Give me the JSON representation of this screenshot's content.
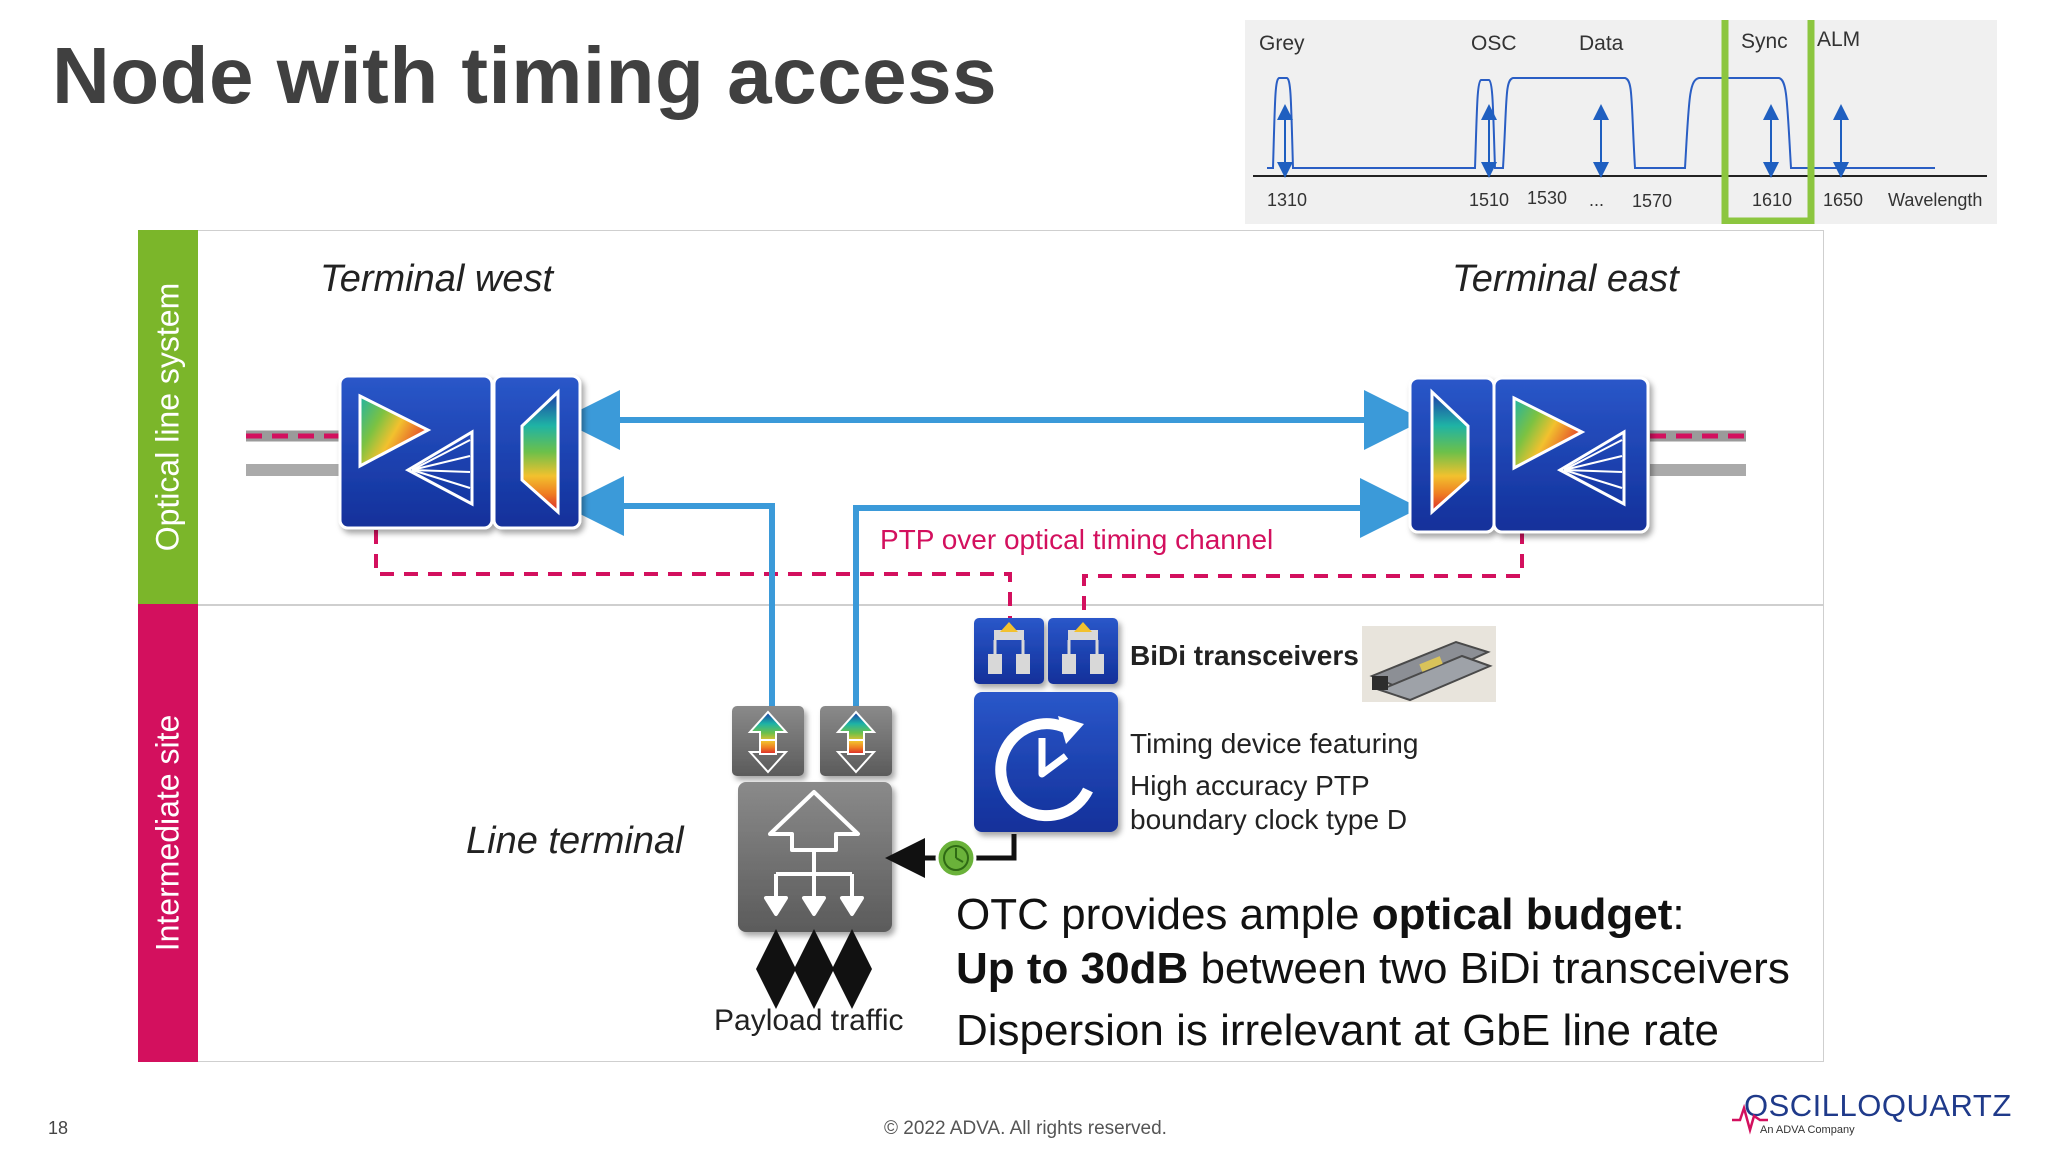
{
  "title": "Node with timing access",
  "spectrum": {
    "band_labels": [
      "Grey",
      "OSC",
      "Data",
      "Sync",
      "ALM"
    ],
    "ticks": [
      "1310",
      "1510",
      "1530",
      "...",
      "1570",
      "1610",
      "1650",
      "Wavelength"
    ],
    "highlight_color": "#8cc63f"
  },
  "sections": {
    "optical_line_system": "Optical line system",
    "intermediate_site": "Intermediate site"
  },
  "labels": {
    "terminal_west": "Terminal west",
    "terminal_east": "Terminal east",
    "ptp_channel": "PTP over optical timing channel",
    "bidi": "BiDi transceivers",
    "timing_line1": "Timing device featuring",
    "timing_line2": "High accuracy PTP",
    "timing_line3": "boundary clock  type D",
    "line_terminal": "Line terminal",
    "payload": "Payload traffic"
  },
  "statements": {
    "line1_pre": "OTC provides ample ",
    "line1_bold": "optical budget",
    "line1_post": ":",
    "line2_bold": "Up to 30dB",
    "line2_post": " between two BiDi transceivers",
    "line3": "Dispersion is irrelevant at GbE line rate"
  },
  "footer": {
    "page_number": "18",
    "copyright": "© 2022 ADVA. All rights reserved.",
    "logo": "OSCILLOQUARTZ",
    "logo_sub": "An ADVA Company"
  },
  "colors": {
    "ols_band": "#7bb62a",
    "intermediate_band": "#d3105e",
    "fiber_blue": "#3b9ad9",
    "ptp_magenta": "#d3105e",
    "device_blue": "#1a3ea8"
  }
}
